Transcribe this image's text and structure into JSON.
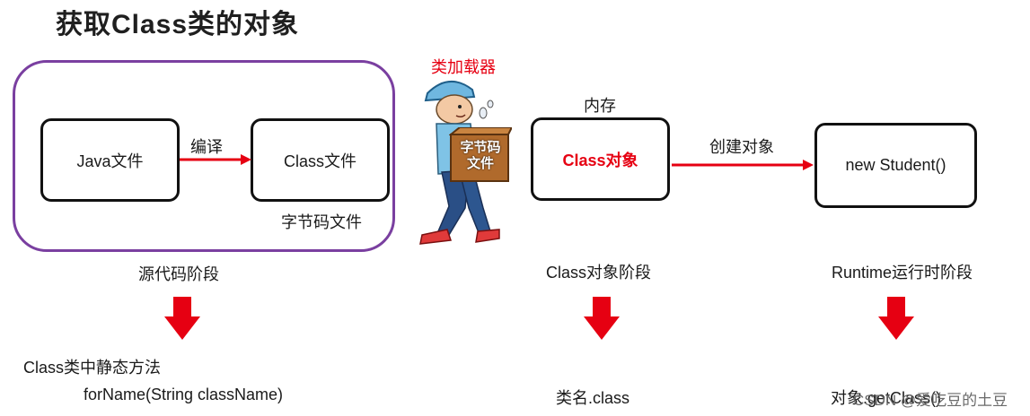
{
  "title": "获取Class类的对象",
  "source_stage": {
    "java_file": "Java文件",
    "compile": "编译",
    "class_file": "Class文件",
    "bytecode_file": "字节码文件",
    "label": "源代码阶段",
    "method_heading": "Class类中静态方法",
    "method": "forName(String className)"
  },
  "class_loader": {
    "label": "类加载器",
    "box_text_line1": "字节码",
    "box_text_line2": "文件"
  },
  "class_object_stage": {
    "memory": "内存",
    "class_object": "Class对象",
    "create_object": "创建对象",
    "label": "Class对象阶段",
    "method": "类名.class"
  },
  "runtime_stage": {
    "new_student": "new Student()",
    "label": "Runtime运行时阶段",
    "method": "对象.getClass()"
  },
  "watermark": "CSDN @爱吃豆的土豆",
  "colors": {
    "accent_red": "#e60012",
    "frame_purple": "#7a3fa0"
  }
}
